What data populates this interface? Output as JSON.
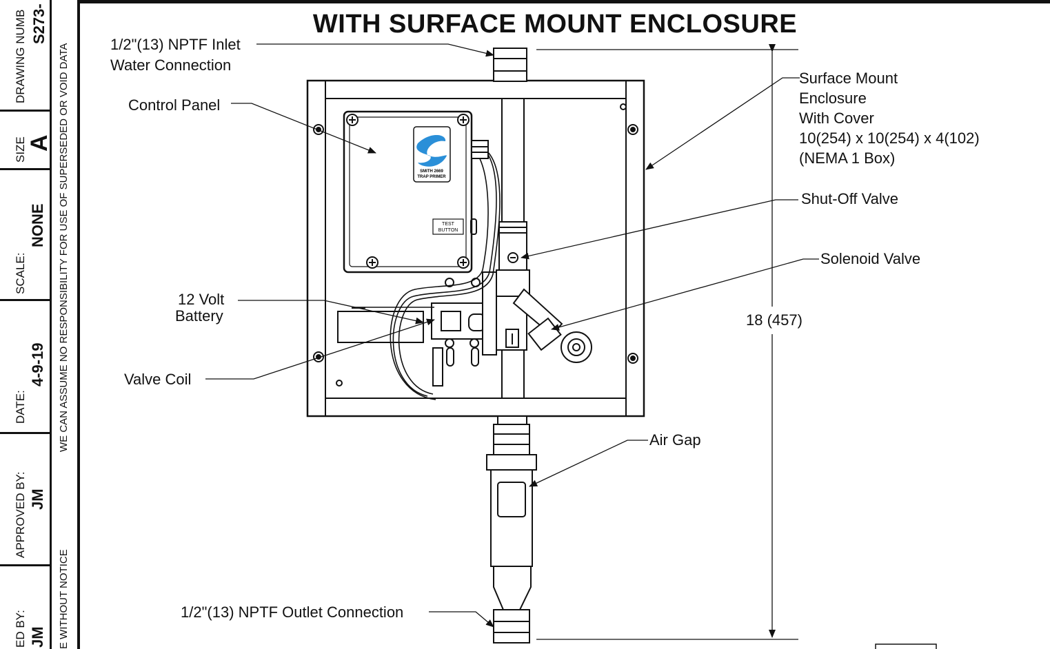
{
  "title": "WITH SURFACE MOUNT ENCLOSURE",
  "title_block": {
    "drawing_number_label": "DRAWING NUMB",
    "drawing_number": "S273-",
    "size_label": "SIZE",
    "size": "A",
    "scale_label": "SCALE:",
    "scale": "NONE",
    "date_label": "DATE:",
    "date": "4-9-19",
    "approved_label": "APPROVED BY:",
    "approved": "JM",
    "drawn_label": "ED BY:",
    "drawn": "JM",
    "note_1": "WE CAN ASSUME NO RESPONSIBILITY FOR USE OF SUPERSEDED OR VOID DATA",
    "note_2": "E WITHOUT NOTICE"
  },
  "callouts": {
    "inlet_1": "1/2\"(13) NPTF Inlet",
    "inlet_2": "Water Connection",
    "control_panel": "Control Panel",
    "battery_1": "12 Volt",
    "battery_2": "Battery",
    "valve_coil": "Valve Coil",
    "outlet": "1/2\"(13) NPTF Outlet Connection",
    "enclosure_1": "Surface Mount",
    "enclosure_2": "Enclosure",
    "enclosure_3": "With Cover",
    "enclosure_4": "10(254) x 10(254) x 4(102)",
    "enclosure_5": "(NEMA 1 Box)",
    "shutoff": "Shut-Off Valve",
    "solenoid": "Solenoid Valve",
    "air_gap": "Air Gap",
    "dimension": "18 (457)"
  },
  "panel_badge": {
    "brand_1": "SMITH 2669",
    "brand_2": "TRAP PRIMER",
    "test_1": "TEST",
    "test_2": "BUTTON"
  }
}
